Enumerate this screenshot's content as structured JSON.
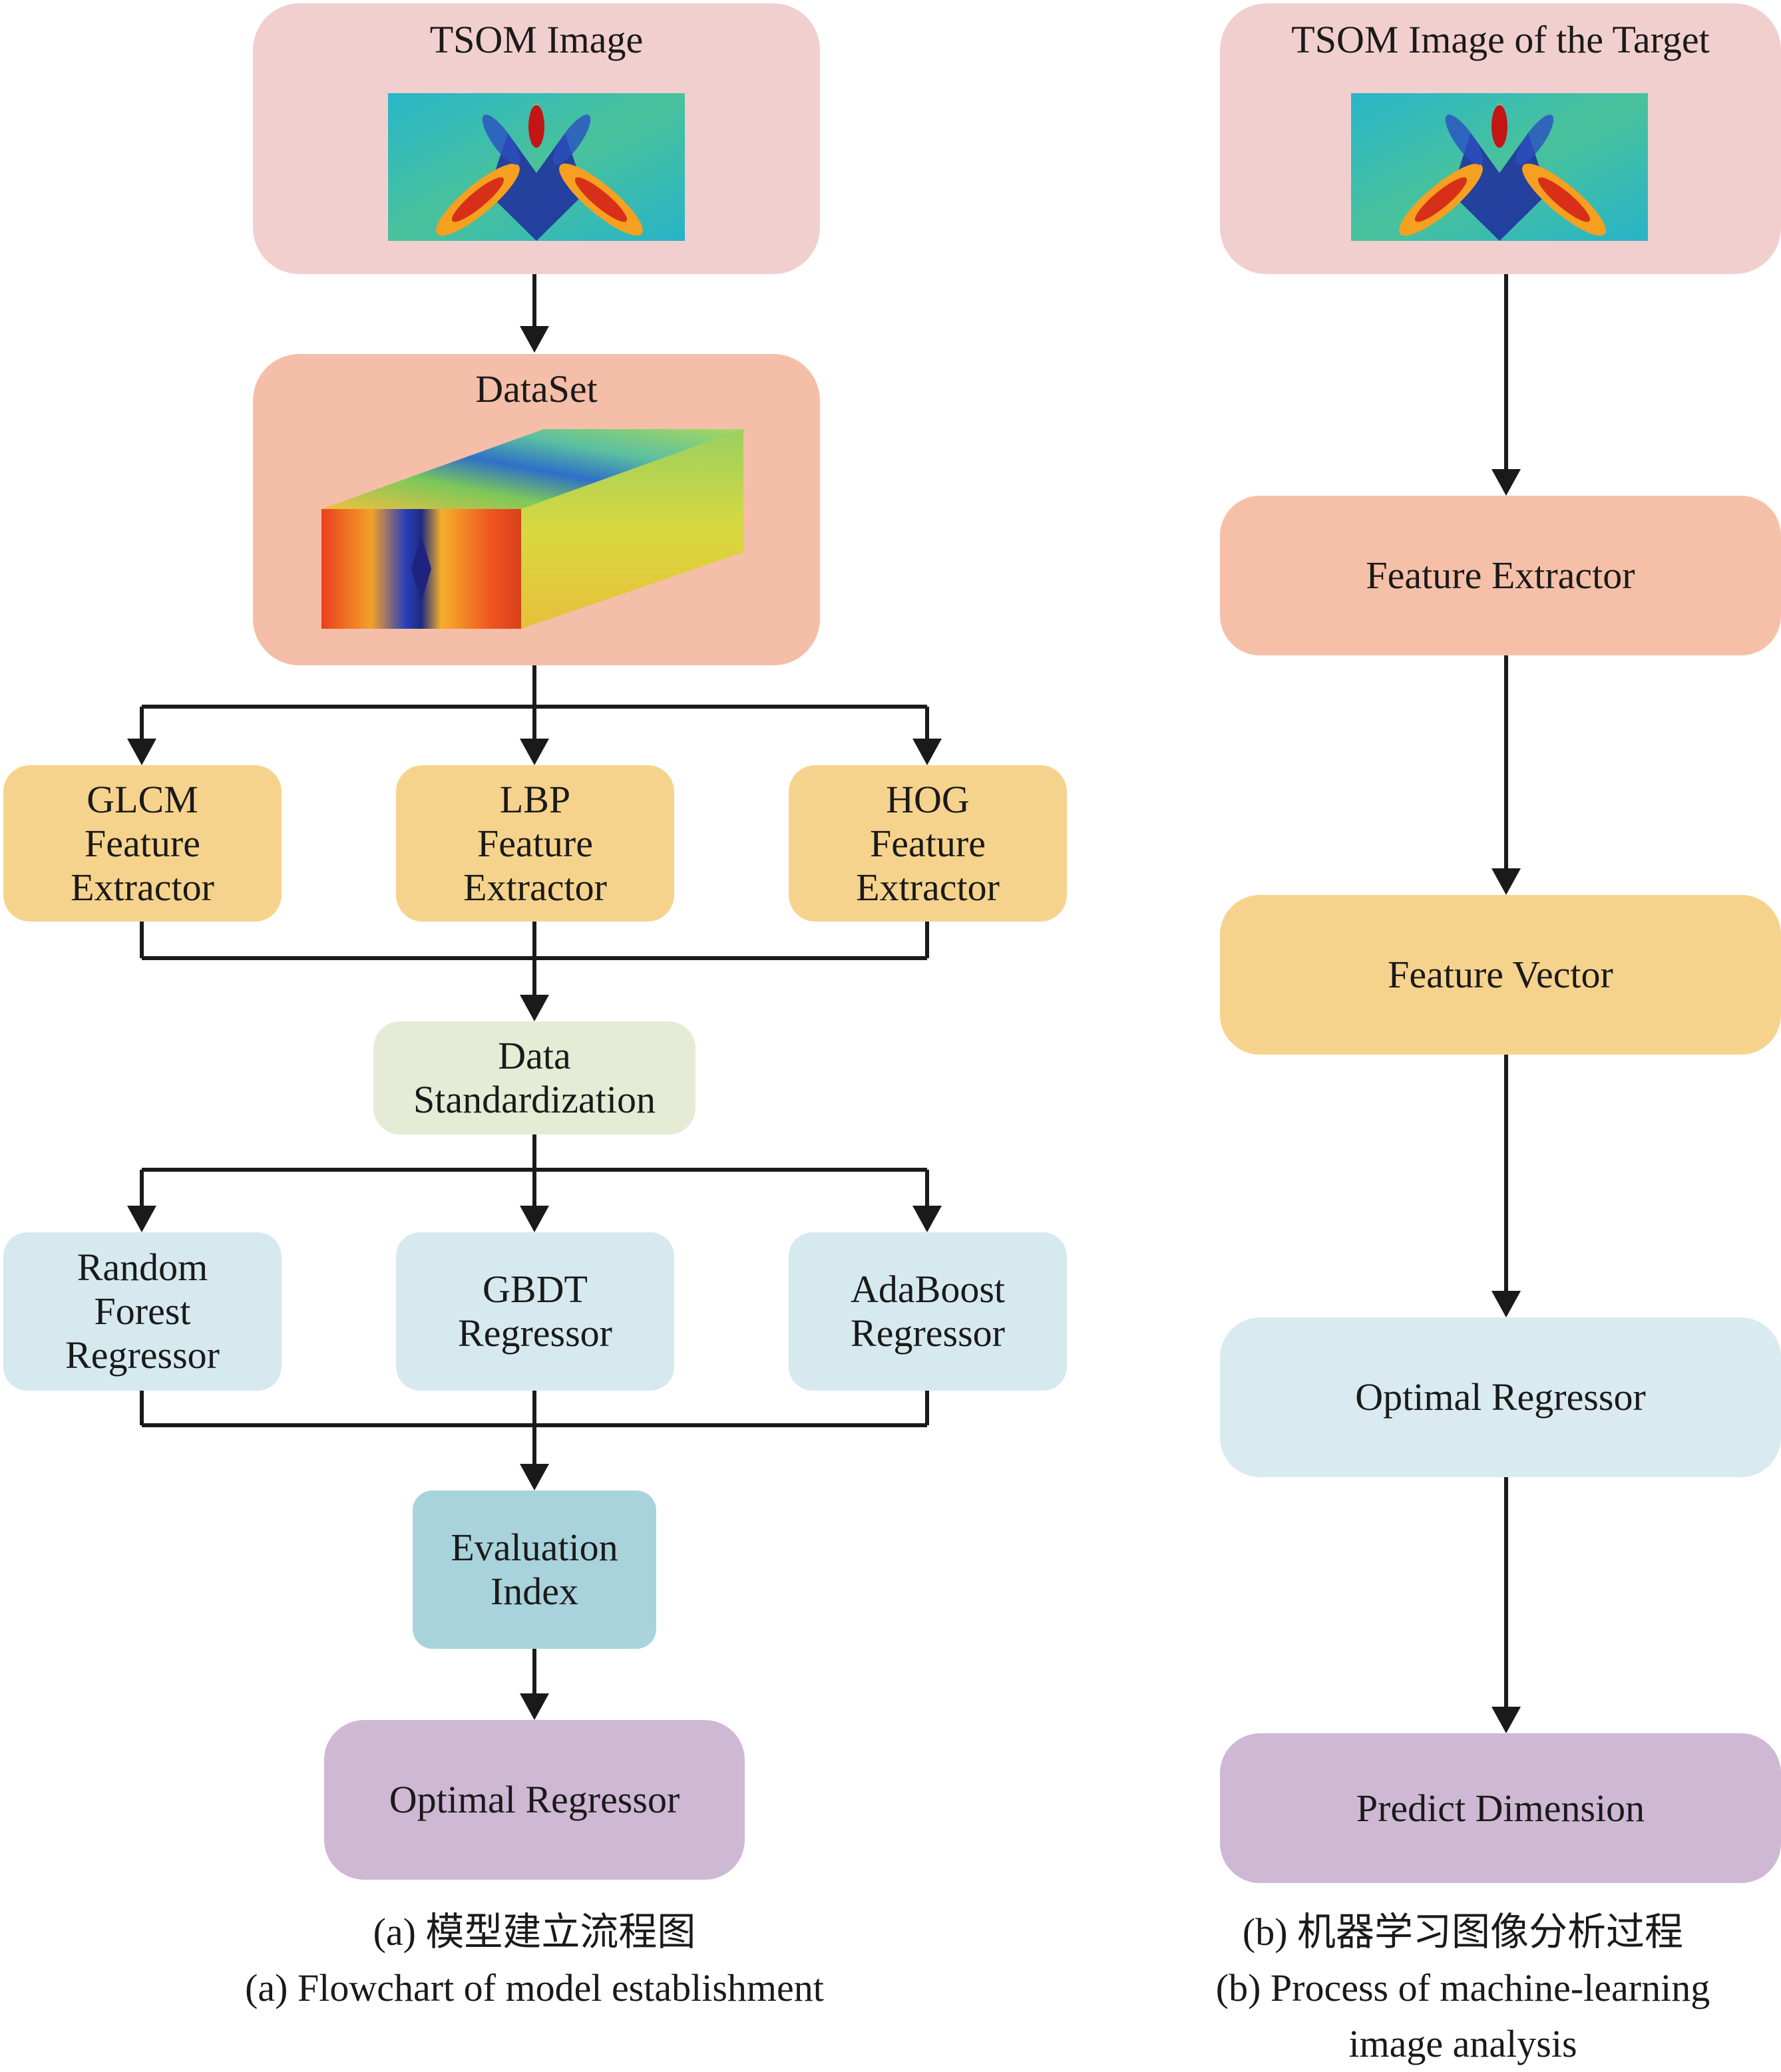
{
  "left": {
    "tsom_image": "TSOM Image",
    "dataset": "DataSet",
    "extractors": [
      {
        "lines": [
          "GLCM",
          "Feature",
          "Extractor"
        ]
      },
      {
        "lines": [
          "LBP",
          "Feature",
          "Extractor"
        ]
      },
      {
        "lines": [
          "HOG",
          "Feature",
          "Extractor"
        ]
      }
    ],
    "standardization": [
      "Data",
      "Standardization"
    ],
    "regressors": [
      {
        "lines": [
          "Random",
          "Forest",
          "Regressor"
        ]
      },
      {
        "lines": [
          "GBDT",
          "Regressor"
        ]
      },
      {
        "lines": [
          "AdaBoost",
          "Regressor"
        ]
      }
    ],
    "evaluation": [
      "Evaluation",
      "Index"
    ],
    "optimal": "Optimal Regressor",
    "caption_cn": "(a) 模型建立流程图",
    "caption_en": "(a) Flowchart of model establishment"
  },
  "right": {
    "tsom_target": "TSOM Image of the Target",
    "feature_extractor": "Feature Extractor",
    "feature_vector": "Feature Vector",
    "optimal": "Optimal Regressor",
    "predict": "Predict Dimension",
    "caption_cn": "(b) 机器学习图像分析过程",
    "caption_en_lines": [
      "(b) Process of machine-learning",
      "image analysis"
    ]
  },
  "colors": {
    "tsom_box": "#f2cfcf",
    "dataset_box": "#f5bea8",
    "extractor_box": "#f6d38d",
    "standardization_box": "#e6ebd6",
    "regressor_box": "#d6e9ef",
    "evaluation_box": "#a9d3dc",
    "optimal_box": "#cfb8d4",
    "line": "#1a1a1a"
  }
}
